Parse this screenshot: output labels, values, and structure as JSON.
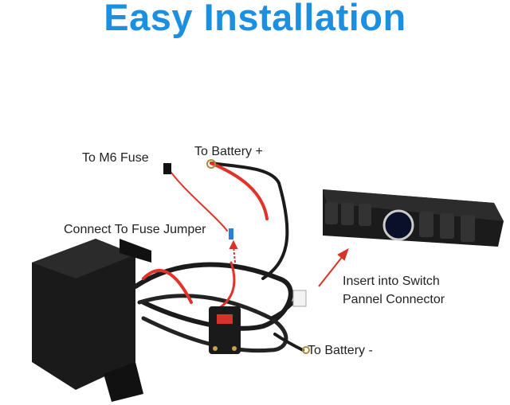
{
  "title": "Easy Installation",
  "labels": {
    "m6_fuse": "To M6 Fuse",
    "battery_plus": "To Battery +",
    "fuse_jumper": "Connect To Fuse Jumper",
    "switch_connector_line1": "Insert into Switch",
    "switch_connector_line2": "Pannel Connector",
    "battery_minus": "To Battery -"
  },
  "colors": {
    "title": "#1d8fe0",
    "arrow": "#d9322b",
    "wire_red": "#e0332a"
  }
}
